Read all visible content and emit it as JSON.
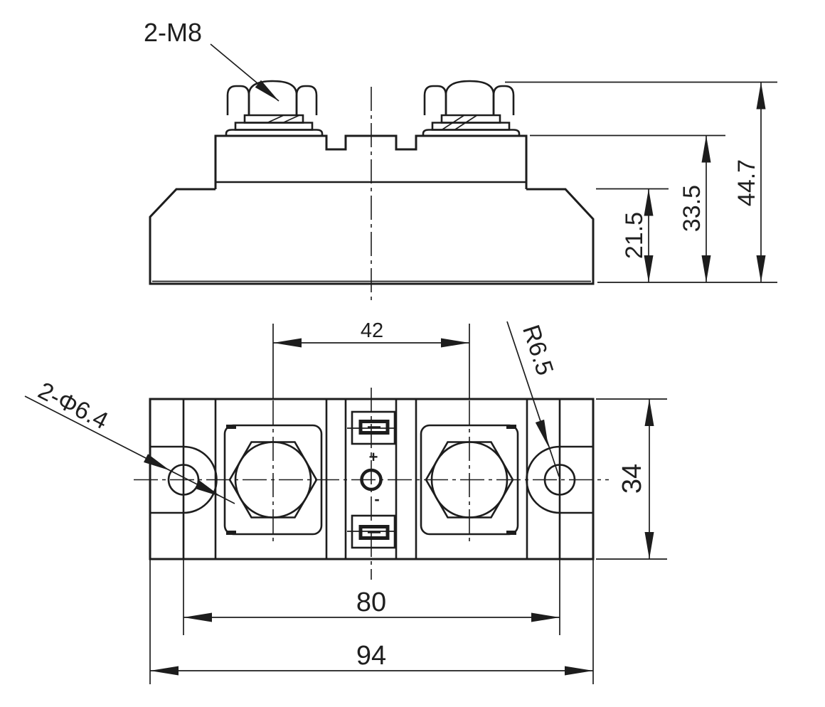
{
  "drawing": {
    "kind": "technical-dimension-drawing",
    "views": {
      "top": "side-elevation-view",
      "bottom": "plan-view"
    },
    "line_color": "#1d1d1d",
    "background_color": "#ffffff",
    "units_implied": "mm"
  },
  "labels": {
    "bolt_callout": "2-M8",
    "hole_callout": "2-Φ6.4",
    "corner_radius_callout": "R6.5",
    "polarity_positive": "+",
    "polarity_negative": "-"
  },
  "dimensions": {
    "overall_height": "44.7",
    "terminal_body_height": "33.5",
    "base_height": "21.5",
    "terminal_center_spacing": "42",
    "mounting_hole_spacing": "80",
    "overall_length": "94",
    "overall_depth": "34"
  }
}
